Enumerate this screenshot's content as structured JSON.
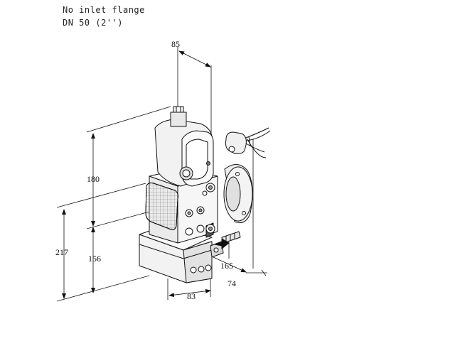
{
  "caption": {
    "line1": "No inlet flange",
    "line2": "DN 50 (2'')"
  },
  "dimensions": {
    "d85": "85",
    "d180": "180",
    "d217": "217",
    "d156": "156",
    "d165": "165",
    "d74": "74",
    "d83": "83"
  },
  "colors": {
    "line": "#111111",
    "body": "#f4f4f4",
    "shade": "#dcdcdc",
    "dark": "#9a9a9a"
  }
}
